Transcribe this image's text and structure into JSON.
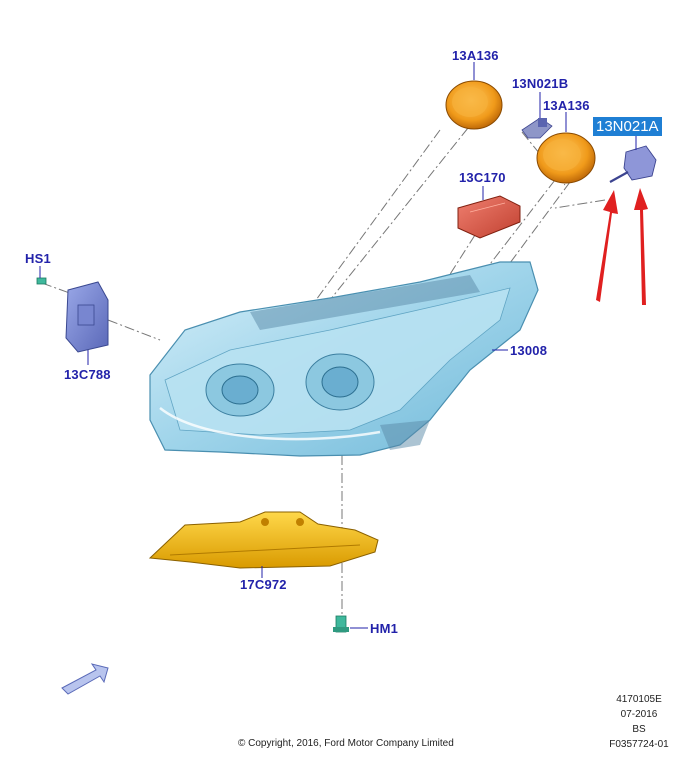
{
  "labels": {
    "lamp_assembly": "13008",
    "ballast_left": "13C788",
    "screw_hs": "HS1",
    "cover_upper": "13A136",
    "cover_lower": "13A136",
    "bulb_b": "13N021B",
    "bulb_a": "13N021A",
    "module": "13C170",
    "bracket": "17C972",
    "screw_hm": "HM1"
  },
  "footer": {
    "copyright": "© Copyright, 2016, Ford Motor Company Limited",
    "ref_lines": [
      "4170105E",
      "07-2016",
      "BS",
      "F0357724-01"
    ]
  },
  "colors": {
    "label_text": "#2222aa",
    "highlight": "#1f7fd4",
    "arrow_red": "#e02020",
    "cover_orange": "#f0a020",
    "lamp_blue": "#9fd4ea",
    "bracket_gold": "#f2b800"
  },
  "icons": [
    "direction-arrow-icon"
  ]
}
